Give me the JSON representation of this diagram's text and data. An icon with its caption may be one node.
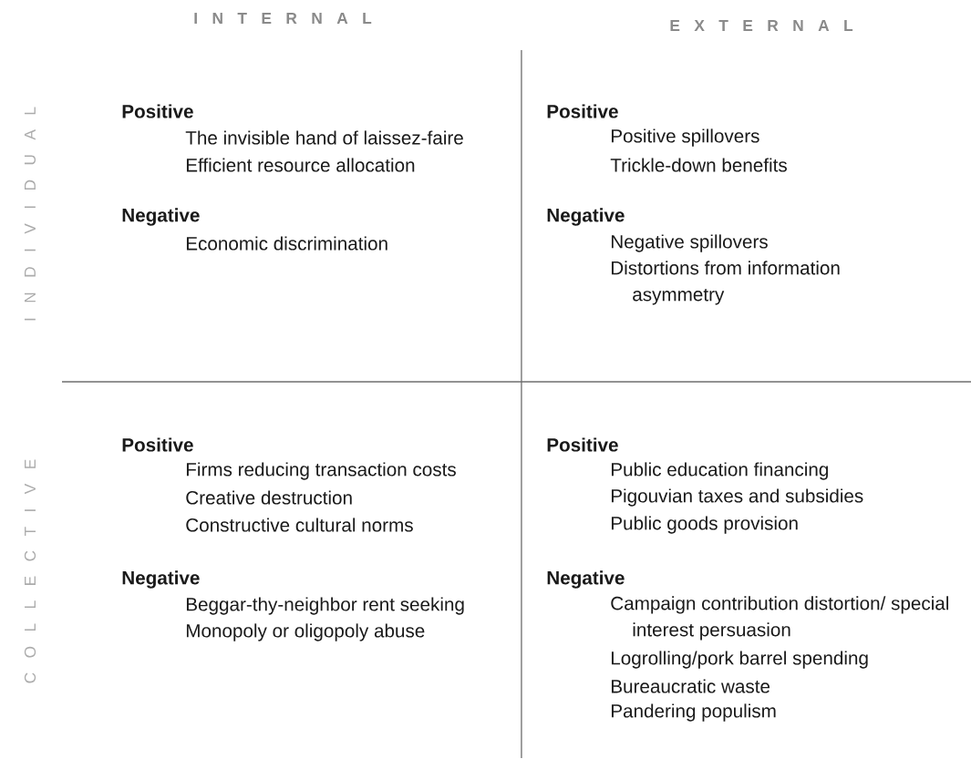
{
  "diagram": {
    "labels": [
      "I N T E R N A L",
      "E X T E R N A L",
      "I N D I V I D U A L",
      "Positive",
      "The invisible hand of laissez-faire",
      "Efficient resource allocation",
      "Positive",
      "Positive spillovers",
      "Trickle-down benefits",
      "Negative",
      "Economic discrimination",
      "Negative",
      "Negative spillovers",
      "Distortions from information asymmetry",
      "C O L L E C T I V E",
      "Positive",
      "Firms reducing transaction costs",
      "Creative destruction",
      "Constructive cultural norms",
      "Positive",
      "Public education financing",
      "Pigouvian taxes and subsidies",
      "Public goods provision",
      "Negative",
      "Beggar-thy-neighbor rent seeking",
      "Monopoly or oligopoly abuse",
      "Negative",
      "Campaign contribution distortion/ special interest persuasion",
      "Logrolling/pork barrel spending",
      "Bureaucratic waste",
      "Pandering populism"
    ]
  }
}
